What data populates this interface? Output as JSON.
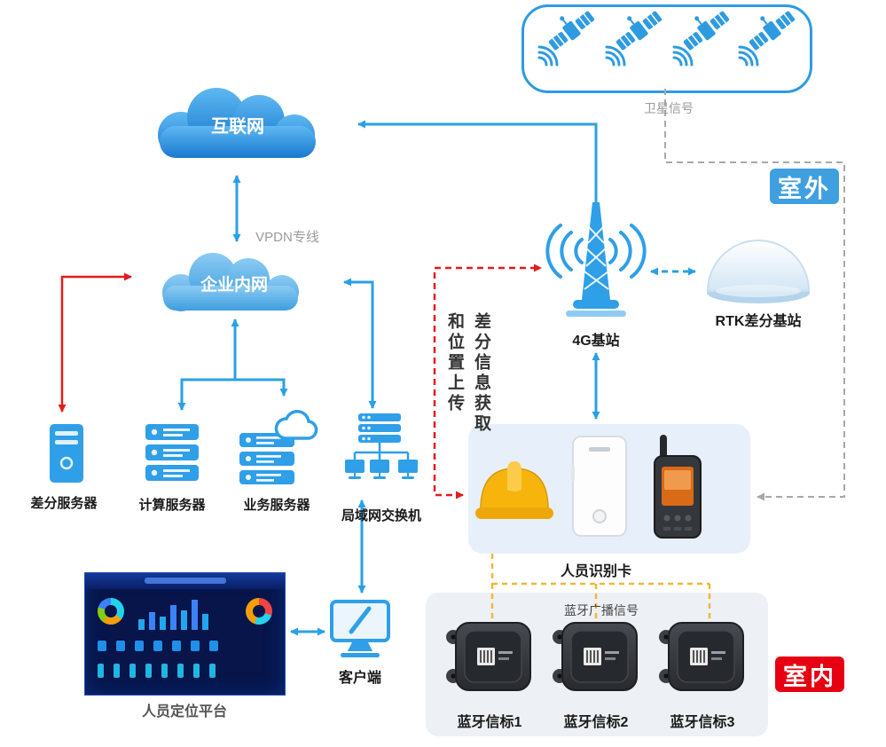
{
  "diagram": {
    "satellite_group": {
      "signal_label": "卫星信号"
    },
    "clouds": {
      "internet": "互联网",
      "intranet": "企业内网",
      "vpdn_label": "VPDN专线"
    },
    "badges": {
      "outdoor": "室外",
      "indoor": "室内"
    },
    "stations": {
      "g4": "4G基站",
      "rtk": "RTK差分基站"
    },
    "servers": [
      {
        "label": "差分服务器"
      },
      {
        "label": "计算服务器"
      },
      {
        "label": "业务服务器"
      },
      {
        "label": "局域网交换机"
      }
    ],
    "flow_text": {
      "col_right": "差分信息获取",
      "col_left": "和位置上传"
    },
    "card": {
      "label": "人员识别卡"
    },
    "bluetooth": {
      "broadcast_label": "蓝牙广播信号",
      "beacons": [
        {
          "label": "蓝牙信标1"
        },
        {
          "label": "蓝牙信标2"
        },
        {
          "label": "蓝牙信标3"
        }
      ]
    },
    "platform": {
      "label": "人员定位平台"
    },
    "client": {
      "label": "客户端"
    },
    "colors": {
      "blue": "#2f9fe8",
      "red": "#e11d1d",
      "yellow": "#f0b73a",
      "gray": "#a8a8a8",
      "outdoor_badge": "#3f9fdf",
      "indoor_badge": "#e60012"
    }
  }
}
